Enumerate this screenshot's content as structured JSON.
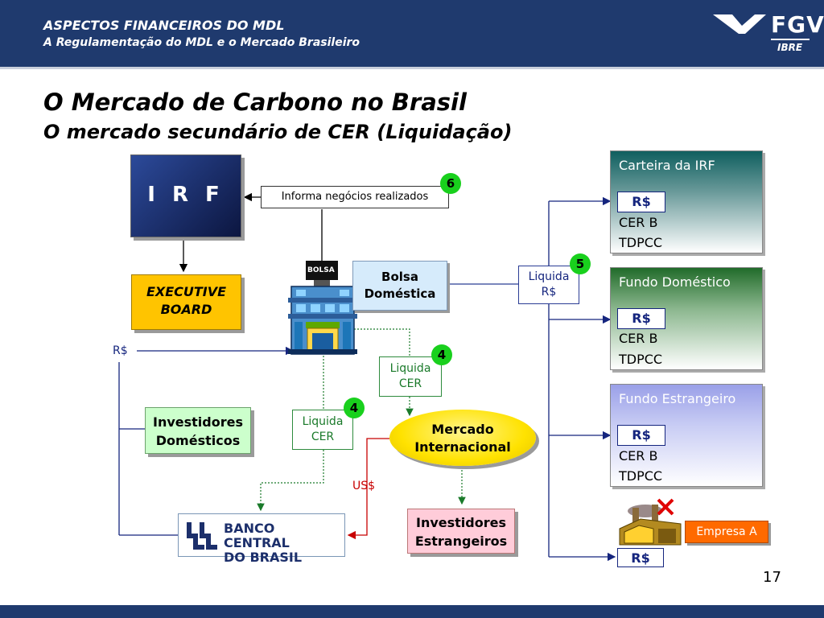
{
  "header": {
    "line1": "ASPECTOS FINANCEIROS DO MDL",
    "line2": "A Regulamentação do MDL e o Mercado Brasileiro",
    "logo": "FGV",
    "logo_sub": "IBRE"
  },
  "title": "O Mercado de Carbono no Brasil",
  "subtitle": "O mercado secundário de CER (Liquidação)",
  "irf": "I R F",
  "informa": "Informa negócios realizados",
  "badges": {
    "b6": "6",
    "b5": "5",
    "b4a": "4",
    "b4b": "4"
  },
  "executive": {
    "line1": "EXECUTIVE",
    "line2": "BOARD"
  },
  "bolsa_sign": "BOLSA",
  "bolsa_domestica": {
    "line1": "Bolsa",
    "line2": "Doméstica"
  },
  "rs_left": "R$",
  "liquida_rs": {
    "line1": "Liquida",
    "line2": "R$"
  },
  "liquida_cer_1": {
    "line1": "Liquida",
    "line2": "CER"
  },
  "liquida_cer_2": {
    "line1": "Liquida",
    "line2": "CER"
  },
  "investidores_domesticos": {
    "line1": "Investidores",
    "line2": "Domésticos"
  },
  "mercado": {
    "line1": "Mercado",
    "line2": "Internacional"
  },
  "investidores_estrangeiros": {
    "line1": "Investidores",
    "line2": "Estrangeiros"
  },
  "usd": "US$",
  "banco": {
    "line1": "BANCO CENTRAL",
    "line2": "DO BRASIL"
  },
  "cards": [
    {
      "title": "Carteira da IRF",
      "rs": "R$",
      "cer": "CER B",
      "tdpcc": "TDPCC"
    },
    {
      "title": "Fundo Doméstico",
      "rs": "R$",
      "cer": "CER B",
      "tdpcc": "TDPCC"
    },
    {
      "title": "Fundo Estrangeiro",
      "rs": "R$",
      "cer": "CER B",
      "tdpcc": "TDPCC"
    }
  ],
  "empresa": "Empresa A",
  "rs_bottom": "R$",
  "page_number": "17",
  "colors": {
    "navy": "#1f3a6e",
    "green_badge": "#19d01d",
    "accent_blue": "#15257e",
    "red": "#c80000"
  },
  "icons": [
    "building-icon",
    "factory-icon",
    "cross-icon",
    "bcb-logo-icon",
    "fgv-logo-icon"
  ]
}
